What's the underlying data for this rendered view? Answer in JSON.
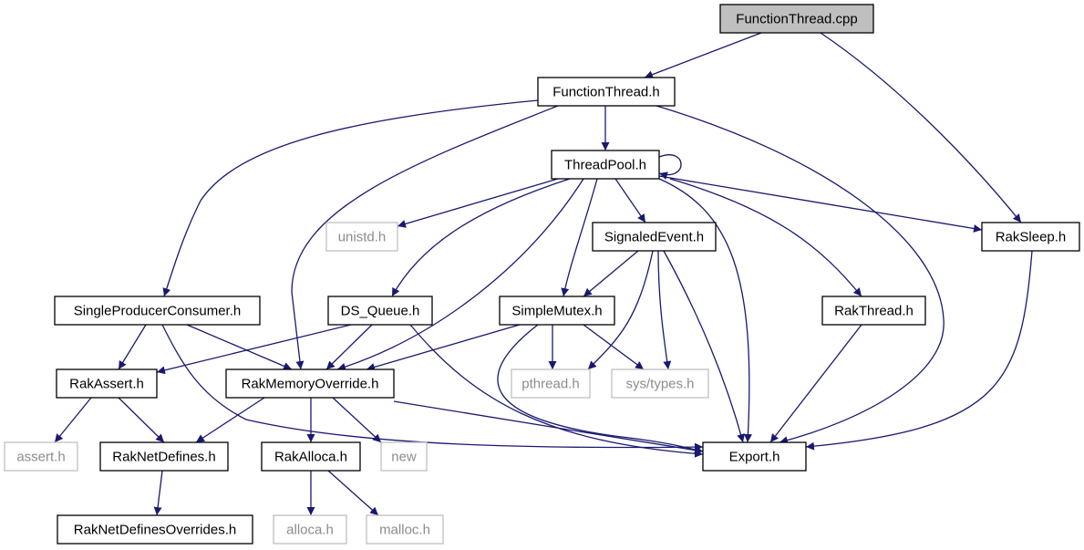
{
  "colors": {
    "edge": "#191970",
    "node_border": "#000000",
    "missing_border": "#bfbfbf",
    "missing_text": "#8c8c8c",
    "root_fill": "#bfbfbf",
    "node_fill": "#ffffff",
    "text": "#000000"
  },
  "nodes": [
    {
      "id": "functionthread_cpp",
      "label": "FunctionThread.cpp",
      "kind": "root"
    },
    {
      "id": "functionthread_h",
      "label": "FunctionThread.h",
      "kind": "file"
    },
    {
      "id": "threadpool_h",
      "label": "ThreadPool.h",
      "kind": "file"
    },
    {
      "id": "unistd_h",
      "label": "unistd.h",
      "kind": "missing"
    },
    {
      "id": "signaledevent_h",
      "label": "SignaledEvent.h",
      "kind": "file"
    },
    {
      "id": "raksleep_h",
      "label": "RakSleep.h",
      "kind": "file"
    },
    {
      "id": "singleproducerconsumer_h",
      "label": "SingleProducerConsumer.h",
      "kind": "file"
    },
    {
      "id": "ds_queue_h",
      "label": "DS_Queue.h",
      "kind": "file"
    },
    {
      "id": "simplemutex_h",
      "label": "SimpleMutex.h",
      "kind": "file"
    },
    {
      "id": "rakthread_h",
      "label": "RakThread.h",
      "kind": "file"
    },
    {
      "id": "rakassert_h",
      "label": "RakAssert.h",
      "kind": "file"
    },
    {
      "id": "rakmemoryoverride_h",
      "label": "RakMemoryOverride.h",
      "kind": "file"
    },
    {
      "id": "pthread_h",
      "label": "pthread.h",
      "kind": "missing"
    },
    {
      "id": "sys_types_h",
      "label": "sys/types.h",
      "kind": "missing"
    },
    {
      "id": "assert_h",
      "label": "assert.h",
      "kind": "missing"
    },
    {
      "id": "raknetdefines_h",
      "label": "RakNetDefines.h",
      "kind": "file"
    },
    {
      "id": "rakalloca_h",
      "label": "RakAlloca.h",
      "kind": "file"
    },
    {
      "id": "new",
      "label": "new",
      "kind": "missing"
    },
    {
      "id": "export_h",
      "label": "Export.h",
      "kind": "file"
    },
    {
      "id": "raknetdefinesoverrides_h",
      "label": "RakNetDefinesOverrides.h",
      "kind": "file"
    },
    {
      "id": "alloca_h",
      "label": "alloca.h",
      "kind": "missing"
    },
    {
      "id": "malloc_h",
      "label": "malloc.h",
      "kind": "missing"
    }
  ],
  "edges": [
    {
      "from": "functionthread_cpp",
      "to": "functionthread_h"
    },
    {
      "from": "functionthread_cpp",
      "to": "raksleep_h"
    },
    {
      "from": "functionthread_h",
      "to": "threadpool_h"
    },
    {
      "from": "functionthread_h",
      "to": "singleproducerconsumer_h"
    },
    {
      "from": "functionthread_h",
      "to": "rakmemoryoverride_h"
    },
    {
      "from": "functionthread_h",
      "to": "export_h"
    },
    {
      "from": "threadpool_h",
      "to": "threadpool_h"
    },
    {
      "from": "threadpool_h",
      "to": "unistd_h"
    },
    {
      "from": "threadpool_h",
      "to": "ds_queue_h"
    },
    {
      "from": "threadpool_h",
      "to": "rakmemoryoverride_h"
    },
    {
      "from": "threadpool_h",
      "to": "simplemutex_h"
    },
    {
      "from": "threadpool_h",
      "to": "signaledevent_h"
    },
    {
      "from": "threadpool_h",
      "to": "export_h"
    },
    {
      "from": "threadpool_h",
      "to": "rakthread_h"
    },
    {
      "from": "threadpool_h",
      "to": "raksleep_h"
    },
    {
      "from": "signaledevent_h",
      "to": "simplemutex_h"
    },
    {
      "from": "signaledevent_h",
      "to": "pthread_h"
    },
    {
      "from": "signaledevent_h",
      "to": "sys_types_h"
    },
    {
      "from": "signaledevent_h",
      "to": "export_h"
    },
    {
      "from": "raksleep_h",
      "to": "export_h"
    },
    {
      "from": "singleproducerconsumer_h",
      "to": "rakassert_h"
    },
    {
      "from": "singleproducerconsumer_h",
      "to": "rakmemoryoverride_h"
    },
    {
      "from": "singleproducerconsumer_h",
      "to": "export_h"
    },
    {
      "from": "ds_queue_h",
      "to": "rakassert_h"
    },
    {
      "from": "ds_queue_h",
      "to": "rakmemoryoverride_h"
    },
    {
      "from": "ds_queue_h",
      "to": "export_h"
    },
    {
      "from": "simplemutex_h",
      "to": "rakmemoryoverride_h"
    },
    {
      "from": "simplemutex_h",
      "to": "pthread_h"
    },
    {
      "from": "simplemutex_h",
      "to": "sys_types_h"
    },
    {
      "from": "simplemutex_h",
      "to": "export_h"
    },
    {
      "from": "rakthread_h",
      "to": "export_h"
    },
    {
      "from": "rakassert_h",
      "to": "assert_h"
    },
    {
      "from": "rakassert_h",
      "to": "raknetdefines_h"
    },
    {
      "from": "rakmemoryoverride_h",
      "to": "raknetdefines_h"
    },
    {
      "from": "rakmemoryoverride_h",
      "to": "rakalloca_h"
    },
    {
      "from": "rakmemoryoverride_h",
      "to": "new"
    },
    {
      "from": "rakmemoryoverride_h",
      "to": "export_h"
    },
    {
      "from": "raknetdefines_h",
      "to": "raknetdefinesoverrides_h"
    },
    {
      "from": "rakalloca_h",
      "to": "alloca_h"
    },
    {
      "from": "rakalloca_h",
      "to": "malloc_h"
    }
  ]
}
